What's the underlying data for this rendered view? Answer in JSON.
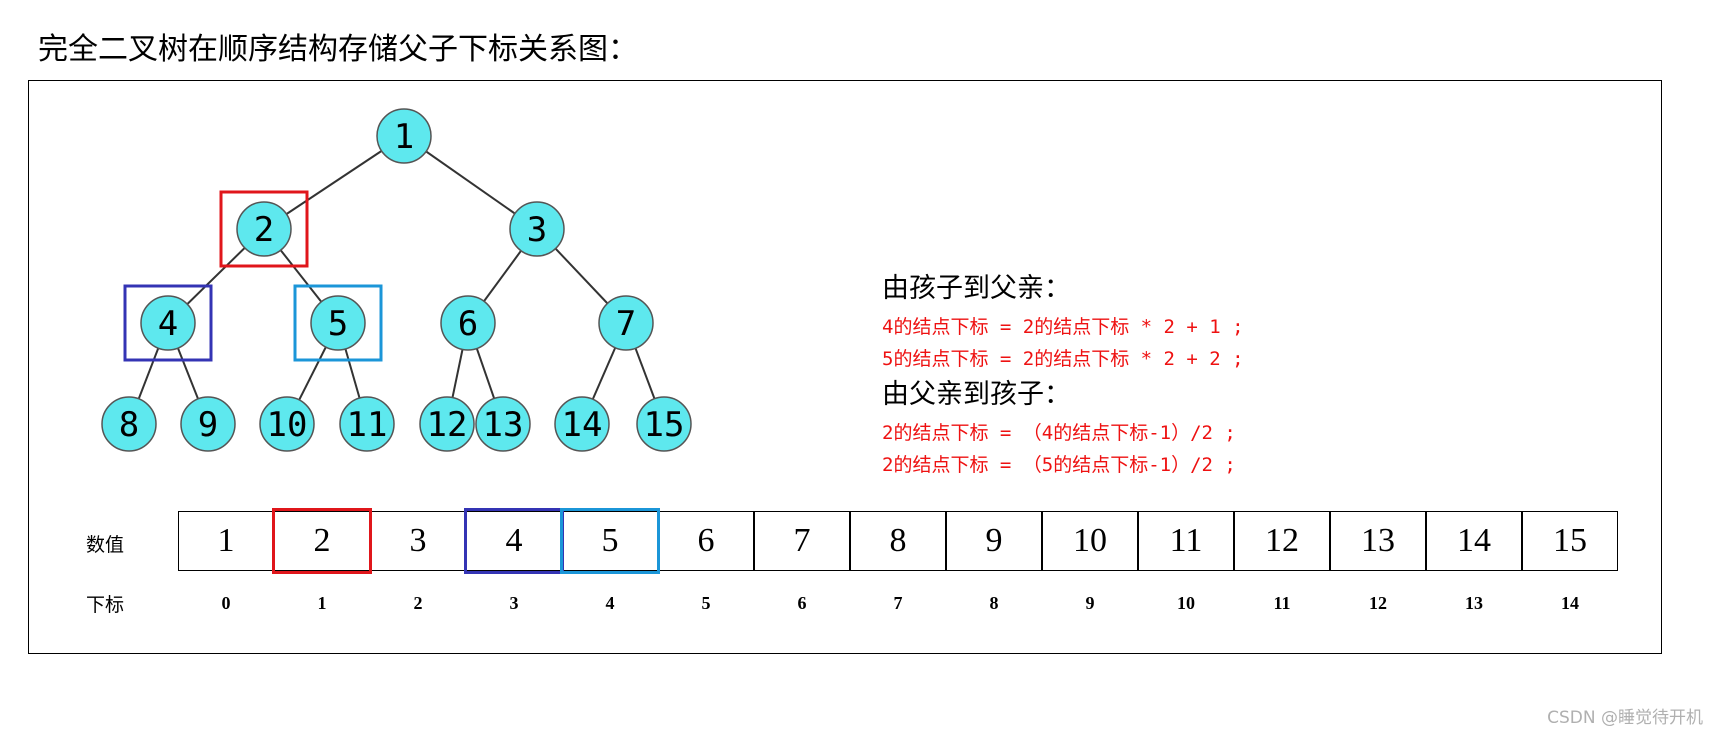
{
  "title": "完全二叉树在顺序结构存储父子下标关系图：",
  "tree": {
    "node_fill": "#5ee8ee",
    "node_stroke": "#555555",
    "nodes": [
      {
        "label": "1",
        "parent": null
      },
      {
        "label": "2",
        "parent": 0
      },
      {
        "label": "3",
        "parent": 0
      },
      {
        "label": "4",
        "parent": 1
      },
      {
        "label": "5",
        "parent": 1
      },
      {
        "label": "6",
        "parent": 2
      },
      {
        "label": "7",
        "parent": 2
      },
      {
        "label": "8",
        "parent": 3
      },
      {
        "label": "9",
        "parent": 3
      },
      {
        "label": "10",
        "parent": 4
      },
      {
        "label": "11",
        "parent": 4
      },
      {
        "label": "12",
        "parent": 5
      },
      {
        "label": "13",
        "parent": 5
      },
      {
        "label": "14",
        "parent": 6
      },
      {
        "label": "15",
        "parent": 6
      }
    ]
  },
  "highlights": {
    "parent_color": "#e0161b",
    "left_child_color": "#3434b4",
    "right_child_color": "#1b96d8"
  },
  "relations": {
    "child_to_parent_heading": "由孩子到父亲：",
    "child_to_parent": [
      "4的结点下标 = 2的结点下标 * 2 + 1 ;",
      "5的结点下标 = 2的结点下标 * 2 + 2 ;"
    ],
    "parent_to_child_heading": "由父亲到孩子：",
    "parent_to_child": [
      "2的结点下标 = （4的结点下标-1）/2 ;",
      "2的结点下标 = （5的结点下标-1）/2 ;"
    ]
  },
  "array": {
    "value_label": "数值",
    "index_label": "下标",
    "values": [
      "1",
      "2",
      "3",
      "4",
      "5",
      "6",
      "7",
      "8",
      "9",
      "10",
      "11",
      "12",
      "13",
      "14",
      "15"
    ],
    "indices": [
      "0",
      "1",
      "2",
      "3",
      "4",
      "5",
      "6",
      "7",
      "8",
      "9",
      "10",
      "11",
      "12",
      "13",
      "14"
    ]
  },
  "watermark": "CSDN @睡觉待开机"
}
